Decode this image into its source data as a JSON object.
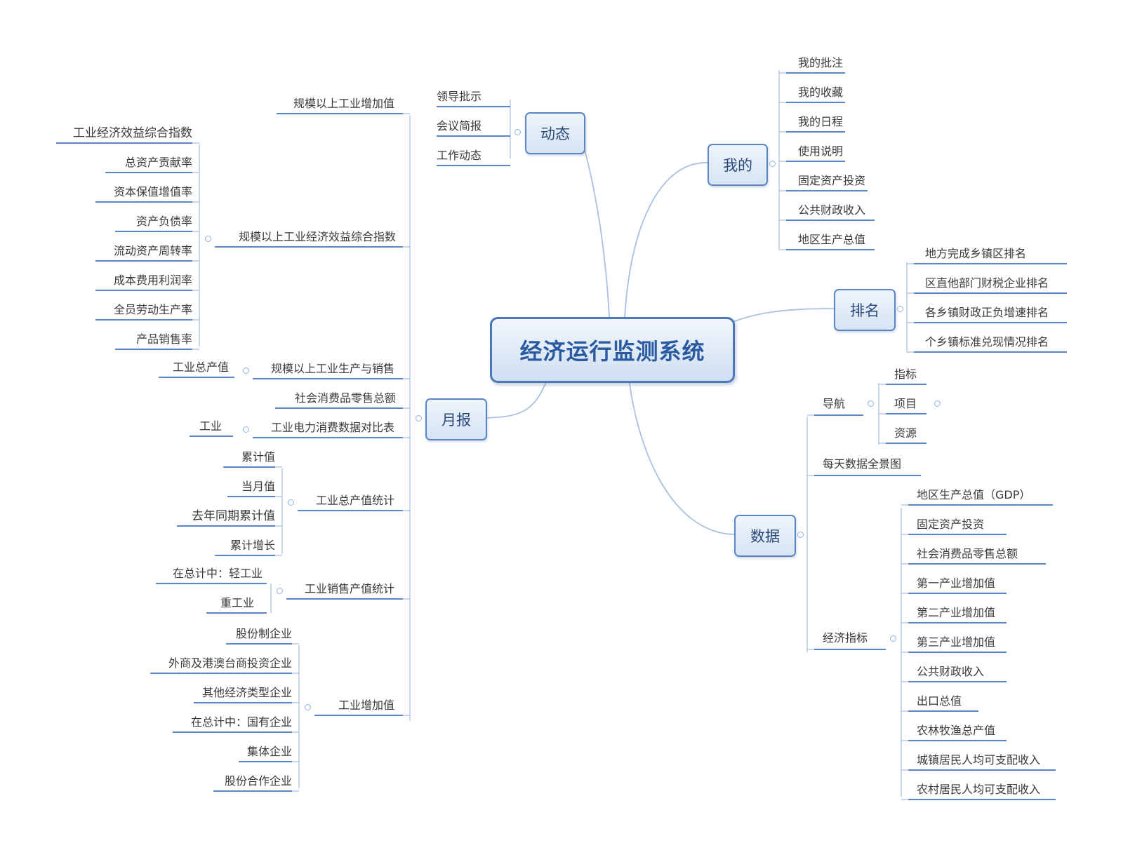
{
  "center": {
    "title": "经济运行监测系统"
  },
  "dongtai": {
    "label": "动态",
    "items": [
      "领导批示",
      "会议简报",
      "工作动态"
    ]
  },
  "wode": {
    "label": "我的",
    "items": [
      "我的批注",
      "我的收藏",
      "我的日程",
      "使用说明",
      "固定资产投资",
      "公共财政收入",
      "地区生产总值"
    ]
  },
  "paiming": {
    "label": "排名",
    "items": [
      "地方完成乡镇区排名",
      "区直他部门财税企业排名",
      "各乡镇财政正负增速排名",
      "个乡镇标准兑现情况排名"
    ]
  },
  "shuju": {
    "label": "数据",
    "daohang": {
      "label": "导航",
      "items": [
        "指标",
        "项目",
        "资源"
      ]
    },
    "meiri": "每天数据全景图",
    "jingji": {
      "label": "经济指标",
      "items": [
        "地区生产总值（GDP）",
        "固定资产投资",
        "社会消费品零售总额",
        "第一产业增加值",
        "第二产业增加值",
        "第三产业增加值",
        "公共财政收入",
        "出口总值",
        "农林牧渔总产值",
        "城镇居民人均可支配收入",
        "农村居民人均可支配收入"
      ]
    }
  },
  "yuebao": {
    "label": "月报",
    "g1": {
      "label": "规模以上工业增加值"
    },
    "g2": {
      "label": "规模以上工业经济效益综合指数",
      "items": [
        "工业经济效益综合指数",
        "总资产贡献率",
        "资本保值增值率",
        "资产负债率",
        "流动资产周转率",
        "成本费用利润率",
        "全员劳动生产率",
        "产品销售率"
      ]
    },
    "g3": {
      "label": "规模以上工业生产与销售",
      "items": [
        "工业总产值"
      ]
    },
    "g4": {
      "label": "社会消费品零售总额"
    },
    "g5": {
      "label": "工业电力消费数据对比表",
      "items": [
        "工业"
      ]
    },
    "g6": {
      "label": "工业总产值统计",
      "items": [
        "累计值",
        "当月值",
        "去年同期累计值",
        "累计增长"
      ]
    },
    "g7": {
      "label": "工业销售产值统计",
      "items": [
        "在总计中：轻工业",
        "重工业"
      ]
    },
    "g8": {
      "label": "工业增加值",
      "items": [
        "股份制企业",
        "外商及港澳台商投资企业",
        "其他经济类型企业",
        "在总计中：国有企业",
        "集体企业",
        "股份合作企业"
      ]
    }
  }
}
